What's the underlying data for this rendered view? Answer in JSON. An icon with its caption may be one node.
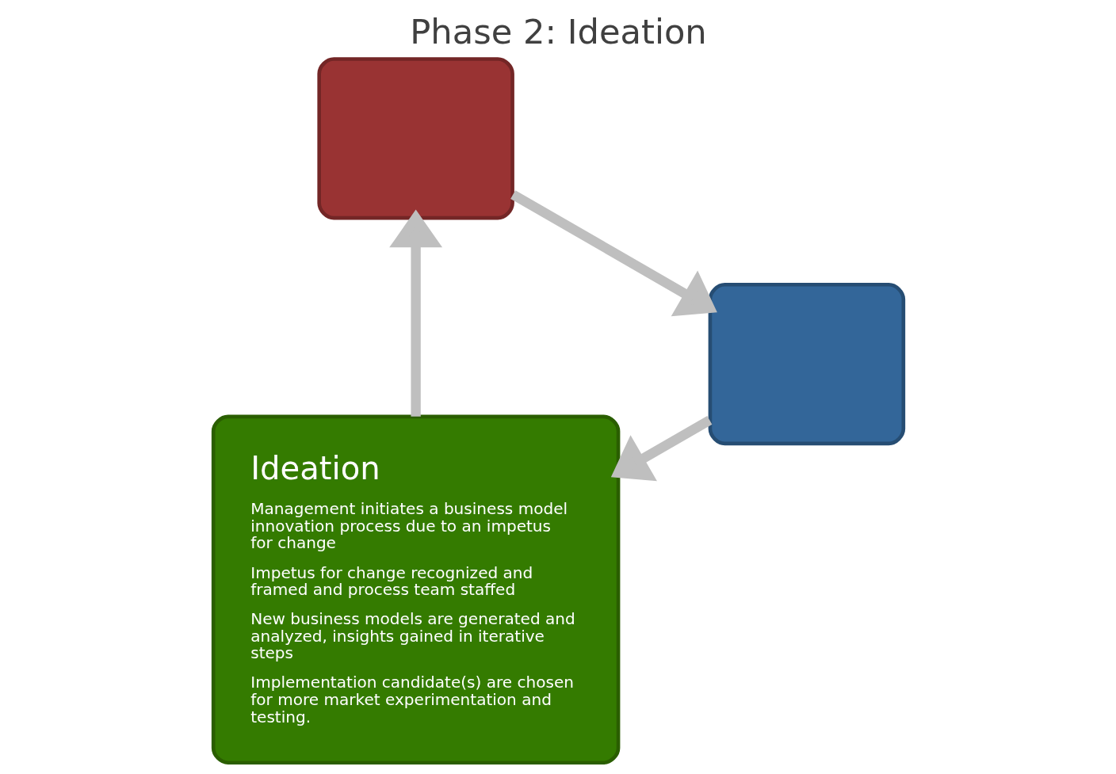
{
  "diagram": {
    "title": "Phase 2: Ideation",
    "nodes": [
      {
        "text": [
          "Ideation",
          "Management initiates a business model innovation process due to an impetus for change",
          "Impetus for change recognized and framed and process team staffed",
          "New business models are generated and analyzed, insights gained in iterative steps",
          "Implementation candidate(s) are chosen for more market experimentation and testing."
        ]
      },
      {
        "text": [],
        "shape": "sector"
      },
      {
        "text": [],
        "shape": "sector"
      }
    ],
    "edges": [
      {
        "from": 1,
        "to": 0,
        "arrow": "to"
      },
      {
        "from": 0,
        "to": 2,
        "arrow": "to"
      },
      {
        "from": 2,
        "to": 1,
        "arrow": "to"
      }
    ]
  }
}
